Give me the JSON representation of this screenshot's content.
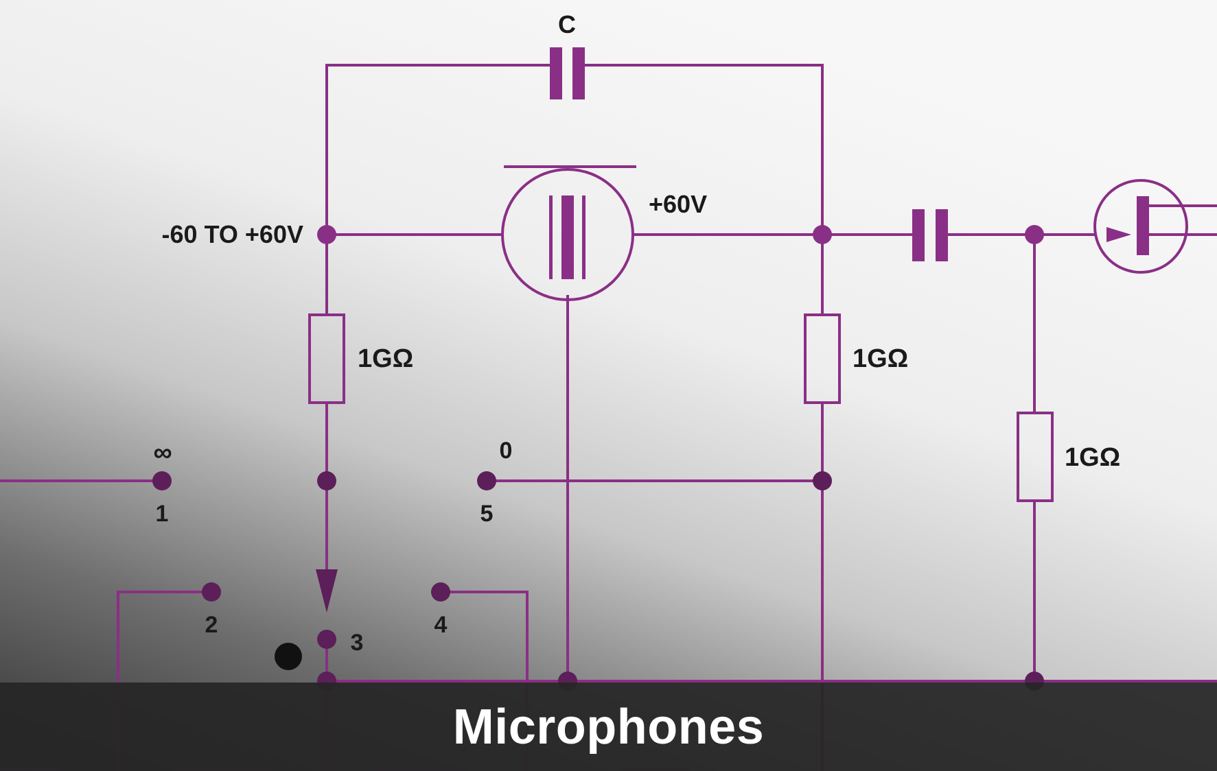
{
  "colors": {
    "wire": "#8a2f86",
    "node": "#5c1f59",
    "caption_bg": "#262626",
    "caption_text": "#ffffff"
  },
  "labels": {
    "capacitor": "C",
    "bias_voltage": "-60 TO +60V",
    "plate_voltage": "+60V",
    "resistor_left": "1GΩ",
    "resistor_mid": "1GΩ",
    "resistor_right": "1GΩ",
    "pos_infinity": "∞",
    "pos_1": "1",
    "pos_0": "0",
    "pos_5": "5",
    "pos_2": "2",
    "pos_3": "3",
    "pos_4": "4"
  },
  "caption": {
    "title": "Microphones"
  }
}
